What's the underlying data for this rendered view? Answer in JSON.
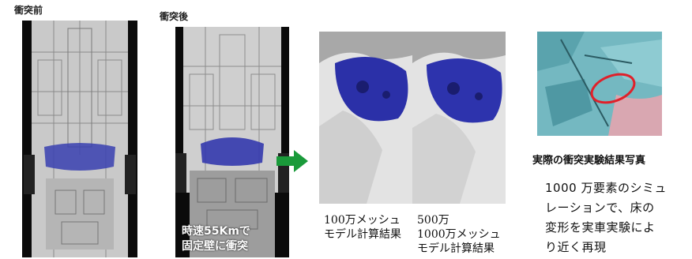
{
  "labels": {
    "before": "衝突前",
    "after": "衝突後"
  },
  "after_overlay": [
    "時速55Kmで",
    "固定壁に衝突"
  ],
  "sim_captions": {
    "left": [
      "100万メッシュ",
      "モデル計算結果"
    ],
    "right": [
      "500万",
      "1000万メッシュ",
      "モデル計算結果"
    ]
  },
  "photo_caption": "実際の衝突実験結果写真",
  "description": [
    "1000 万要素のシミュ",
    "レーションで、床の",
    "変形を実車実験によ",
    "り近く再現"
  ],
  "colors": {
    "arrow": "#1a9a3a",
    "deform_blue": "#2a2ea8",
    "highlight_ring": "#e0202a",
    "photo_teal": "#6fb7c0"
  },
  "icons": {
    "arrow": "right-arrow-icon"
  }
}
